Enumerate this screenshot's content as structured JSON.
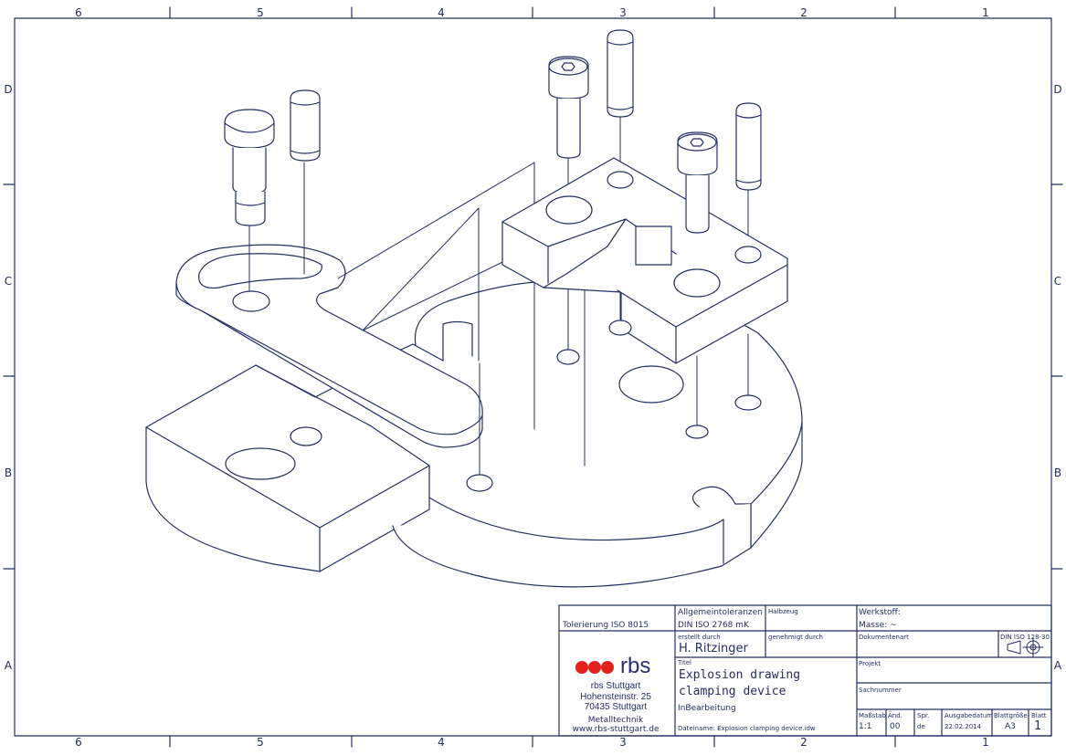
{
  "sheet": {
    "colors": {
      "line": "#232e64",
      "logo_red": "#e2221b",
      "logo_text": "#2a2f6e"
    },
    "zones": {
      "columns": [
        "6",
        "5",
        "4",
        "3",
        "2",
        "1"
      ],
      "rows": [
        "D",
        "C",
        "B",
        "A"
      ]
    }
  },
  "drawing": {
    "parts": [
      "clamping-lever",
      "shoulder-screw",
      "dowel-pin",
      "socket-head-cap-screw",
      "clamping-jaw",
      "base-plate"
    ]
  },
  "title_block": {
    "tolerance": "Tolerierung ISO 8015",
    "general_tolerances_label": "Allgemeintoleranzen",
    "general_tolerances_value": "DIN ISO 2768 mK",
    "semi_finished_label": "Halbzeug",
    "material_label": "Werkstoff:",
    "mass_label": "Masse: ~",
    "created_by_label": "erstellt durch",
    "created_by": "H. Ritzinger",
    "approved_by_label": "genehmigt durch",
    "doc_type_label": "Dokumentenart",
    "projection_label": "DIN ISO 128-30",
    "title_label": "Titel",
    "title_line1": "Explosion drawing",
    "title_line2": "clamping device",
    "status": "InBearbeitung",
    "filename": "Dateiname: Explosion clamping device.idw",
    "project_label": "Projekt",
    "part_number_label": "Sachnummer",
    "scale_label": "Maßstab",
    "scale": "1:1",
    "revision_label": "Änd.",
    "revision": "00",
    "language_label": "Spr.",
    "language": "de",
    "issue_date_label": "Ausgabedatum",
    "issue_date": "22.02.2014",
    "sheet_size_label": "Blattgröße",
    "sheet_size": "A3",
    "sheet_label": "Blatt",
    "sheet_number": "1",
    "company": {
      "logo": "rbs",
      "name": "rbs Stuttgart",
      "street": "Hohensteinstr. 25",
      "city": "70435 Stuttgart",
      "division": "Metalltechnik",
      "web": "www.rbs-stuttgart.de"
    }
  }
}
